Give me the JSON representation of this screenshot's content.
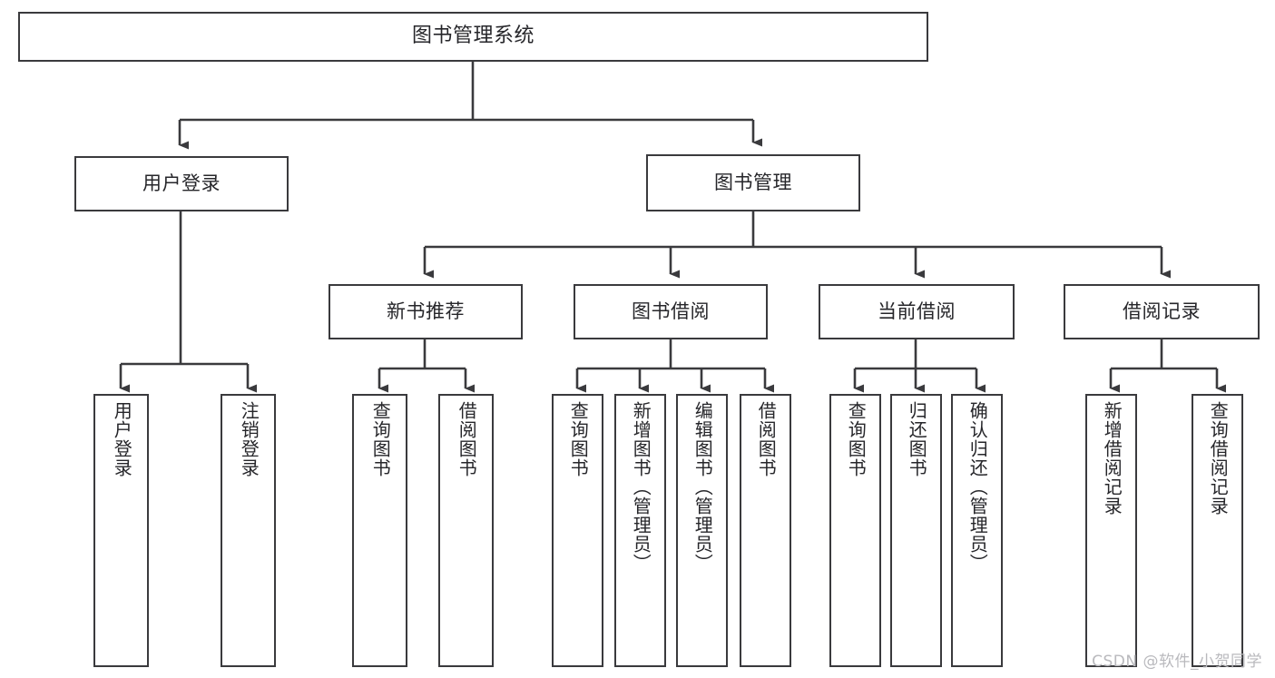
{
  "diagram": {
    "title": "图书管理系统",
    "type": "tree-hierarchy-chart",
    "colors": {
      "stroke": "#3a3a3d",
      "fill": "#ffffff",
      "text": "#26262a",
      "watermark": "#b9b9bd"
    },
    "root": {
      "label": "图书管理系统"
    },
    "level2": [
      {
        "label": "用户登录"
      },
      {
        "label": "图书管理"
      }
    ],
    "level3": [
      {
        "label": "新书推荐"
      },
      {
        "label": "图书借阅"
      },
      {
        "label": "当前借阅"
      },
      {
        "label": "借阅记录"
      }
    ],
    "leaves": {
      "user_login": [
        {
          "label": "用户登录"
        },
        {
          "label": "注销登录"
        }
      ],
      "new_book_recommend": [
        {
          "label": "查询图书"
        },
        {
          "label": "借阅图书"
        }
      ],
      "book_borrow": [
        {
          "label": "查询图书"
        },
        {
          "label": "新增图书（管理员）"
        },
        {
          "label": "编辑图书（管理员）"
        },
        {
          "label": "借阅图书"
        }
      ],
      "current_borrow": [
        {
          "label": "查询图书"
        },
        {
          "label": "归还图书"
        },
        {
          "label": "确认归还（管理员）"
        }
      ],
      "borrow_record": [
        {
          "label": "新增借阅记录"
        },
        {
          "label": "查询借阅记录"
        }
      ]
    }
  },
  "watermark": {
    "text": "CSDN @软件_小贺同学"
  }
}
